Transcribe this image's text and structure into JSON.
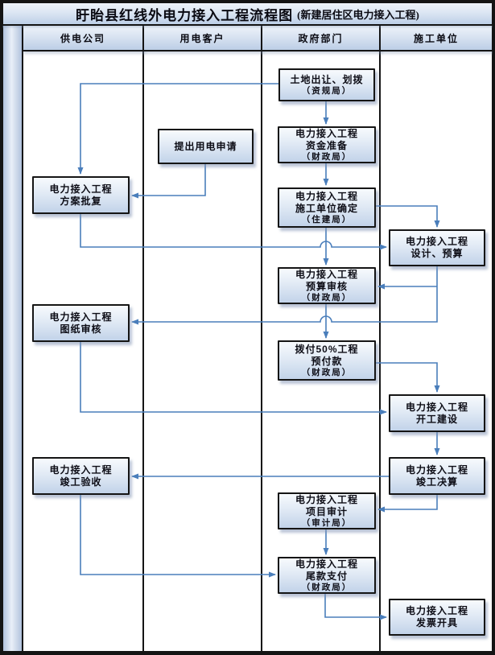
{
  "title": {
    "main": "盱眙县红线外电力接入工程流程图",
    "sub": "(新建居住区电力接入工程)"
  },
  "lanes": [
    {
      "label": "供电公司"
    },
    {
      "label": "用电客户"
    },
    {
      "label": "政府部门"
    },
    {
      "label": "施工单位"
    }
  ],
  "nodes": [
    {
      "id": "land-transfer",
      "lane": "政府部门",
      "lines": [
        "土地出让、划拨",
        "（资规局）"
      ]
    },
    {
      "id": "fund-preparation",
      "lane": "政府部门",
      "lines": [
        "电力接入工程",
        "资金准备",
        "（财政局）"
      ]
    },
    {
      "id": "contractor-confirm",
      "lane": "政府部门",
      "lines": [
        "电力接入工程",
        "施工单位确定",
        "（住建局）"
      ]
    },
    {
      "id": "budget-review",
      "lane": "政府部门",
      "lines": [
        "电力接入工程",
        "预算审核",
        "（财政局）"
      ]
    },
    {
      "id": "advance-payment-50",
      "lane": "政府部门",
      "lines": [
        "拨付50%工程",
        "预付款",
        "（财政局）"
      ]
    },
    {
      "id": "project-audit",
      "lane": "政府部门",
      "lines": [
        "电力接入工程",
        "项目审计",
        "（审计局）"
      ]
    },
    {
      "id": "final-payment",
      "lane": "政府部门",
      "lines": [
        "电力接入工程",
        "尾款支付",
        "（财政局）"
      ]
    },
    {
      "id": "power-application",
      "lane": "用电客户",
      "lines": [
        "提出用电申请"
      ]
    },
    {
      "id": "plan-approval",
      "lane": "供电公司",
      "lines": [
        "电力接入工程",
        "方案批复"
      ]
    },
    {
      "id": "drawing-review",
      "lane": "供电公司",
      "lines": [
        "电力接入工程",
        "图纸审核"
      ]
    },
    {
      "id": "completion-acceptance",
      "lane": "供电公司",
      "lines": [
        "电力接入工程",
        "竣工验收"
      ]
    },
    {
      "id": "design-budget",
      "lane": "施工单位",
      "lines": [
        "电力接入工程",
        "设计、预算"
      ]
    },
    {
      "id": "construction-start",
      "lane": "施工单位",
      "lines": [
        "电力接入工程",
        "开工建设"
      ]
    },
    {
      "id": "final-accounts",
      "lane": "施工单位",
      "lines": [
        "电力接入工程",
        "竣工决算"
      ]
    },
    {
      "id": "invoice-issue",
      "lane": "施工单位",
      "lines": [
        "电力接入工程",
        "发票开具"
      ]
    }
  ],
  "edges": [
    {
      "from": "土地出让、划拨（资规局）",
      "to": "电力接入工程方案批复"
    },
    {
      "from": "土地出让、划拨（资规局）",
      "to": "电力接入工程资金准备（财政局）"
    },
    {
      "from": "电力接入工程资金准备（财政局）",
      "to": "电力接入工程施工单位确定（住建局）"
    },
    {
      "from": "电力接入工程施工单位确定（住建局）",
      "to": "电力接入工程设计、预算"
    },
    {
      "from": "电力接入工程施工单位确定（住建局）",
      "to": "电力接入工程预算审核（财政局）"
    },
    {
      "from": "提出用电申请",
      "to": "电力接入工程方案批复"
    },
    {
      "from": "电力接入工程方案批复",
      "to": "电力接入工程设计、预算"
    },
    {
      "from": "电力接入工程设计、预算",
      "to": "电力接入工程预算审核（财政局）"
    },
    {
      "from": "电力接入工程设计、预算",
      "to": "电力接入工程图纸审核"
    },
    {
      "from": "电力接入工程预算审核（财政局）",
      "to": "拨付50%工程预付款（财政局）"
    },
    {
      "from": "拨付50%工程预付款（财政局）",
      "to": "电力接入工程开工建设"
    },
    {
      "from": "电力接入工程图纸审核",
      "to": "电力接入工程开工建设"
    },
    {
      "from": "电力接入工程开工建设",
      "to": "电力接入工程竣工决算"
    },
    {
      "from": "电力接入工程竣工决算",
      "to": "电力接入工程竣工验收"
    },
    {
      "from": "电力接入工程竣工决算",
      "to": "电力接入工程项目审计（审计局）"
    },
    {
      "from": "电力接入工程项目审计（审计局）",
      "to": "电力接入工程尾款支付（财政局）"
    },
    {
      "from": "电力接入工程竣工验收",
      "to": "电力接入工程尾款支付（财政局）"
    },
    {
      "from": "电力接入工程尾款支付（财政局）",
      "to": "电力接入工程发票开具"
    }
  ],
  "colors": {
    "connector": "#4a7ebb",
    "border": "#141414",
    "box_fill_top": "#f7fafd",
    "box_fill_bottom": "#c2d3e9",
    "text": "#0d0d16"
  }
}
